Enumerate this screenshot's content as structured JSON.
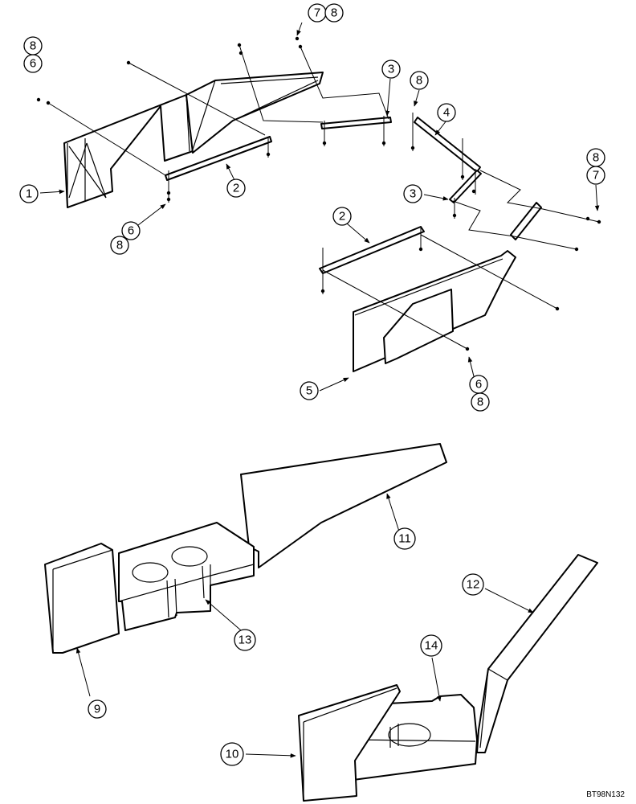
{
  "diagram": {
    "drawing_code": "BT98N132",
    "callouts": [
      {
        "id": "c1",
        "label": "1"
      },
      {
        "id": "c2a",
        "label": "2"
      },
      {
        "id": "c2b",
        "label": "2"
      },
      {
        "id": "c3a",
        "label": "3"
      },
      {
        "id": "c3b",
        "label": "3"
      },
      {
        "id": "c4",
        "label": "4"
      },
      {
        "id": "c5",
        "label": "5"
      },
      {
        "id": "c6a",
        "label": "6"
      },
      {
        "id": "c6b",
        "label": "6"
      },
      {
        "id": "c6c",
        "label": "6"
      },
      {
        "id": "c7a",
        "label": "7"
      },
      {
        "id": "c7b",
        "label": "7"
      },
      {
        "id": "c8a",
        "label": "8"
      },
      {
        "id": "c8b",
        "label": "8"
      },
      {
        "id": "c8c",
        "label": "8"
      },
      {
        "id": "c8d",
        "label": "8"
      },
      {
        "id": "c8e",
        "label": "8"
      },
      {
        "id": "c8f",
        "label": "8"
      },
      {
        "id": "c9",
        "label": "9"
      },
      {
        "id": "c10",
        "label": "10"
      },
      {
        "id": "c11",
        "label": "11"
      },
      {
        "id": "c12",
        "label": "12"
      },
      {
        "id": "c13",
        "label": "13"
      },
      {
        "id": "c14",
        "label": "14"
      }
    ]
  }
}
